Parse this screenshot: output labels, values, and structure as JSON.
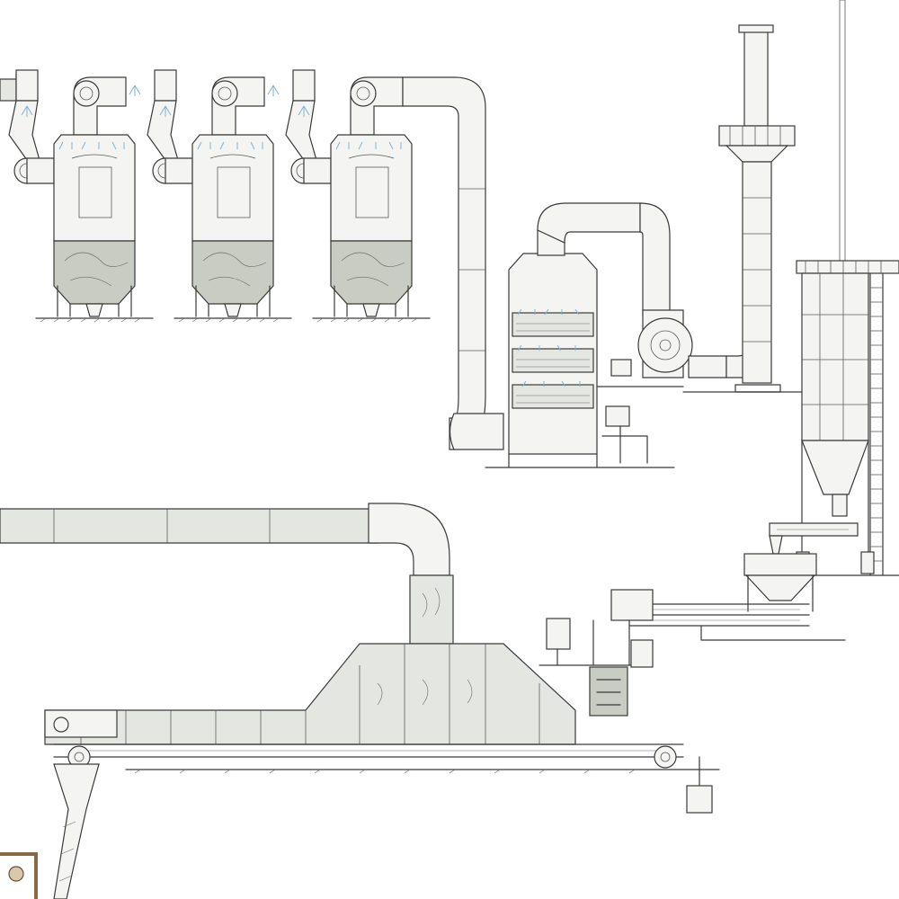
{
  "diagram": {
    "style": "hand-drawn technical sketch",
    "colors": {
      "ink": "#3a3a3a",
      "fill_light": "#f4f5f2",
      "fill_shade": "#e4e6e2",
      "fill_sludge": "#c9ccc2",
      "water_spray": "#7fb3d5"
    },
    "components": [
      {
        "id": "scrubber-tower-1",
        "kind": "wet scrubber tower"
      },
      {
        "id": "scrubber-tower-2",
        "kind": "wet scrubber tower"
      },
      {
        "id": "scrubber-tower-3",
        "kind": "wet scrubber tower"
      },
      {
        "id": "duct-loop",
        "kind": "vertical duct"
      },
      {
        "id": "packed-tower",
        "kind": "packed absorption tower"
      },
      {
        "id": "exhaust-fan",
        "kind": "centrifugal fan"
      },
      {
        "id": "chimney-stack",
        "kind": "exhaust stack with platform"
      },
      {
        "id": "storage-silo",
        "kind": "silo with ladder and hopper"
      },
      {
        "id": "screw-conveyor",
        "kind": "conveyor to hopper"
      },
      {
        "id": "motor-drive-unit",
        "kind": "motor and gearbox"
      },
      {
        "id": "conveyor-hood",
        "kind": "hooded belt conveyor"
      },
      {
        "id": "discharge-chute",
        "kind": "discharge chute"
      },
      {
        "id": "counterweight",
        "kind": "tensioning weight"
      }
    ]
  }
}
